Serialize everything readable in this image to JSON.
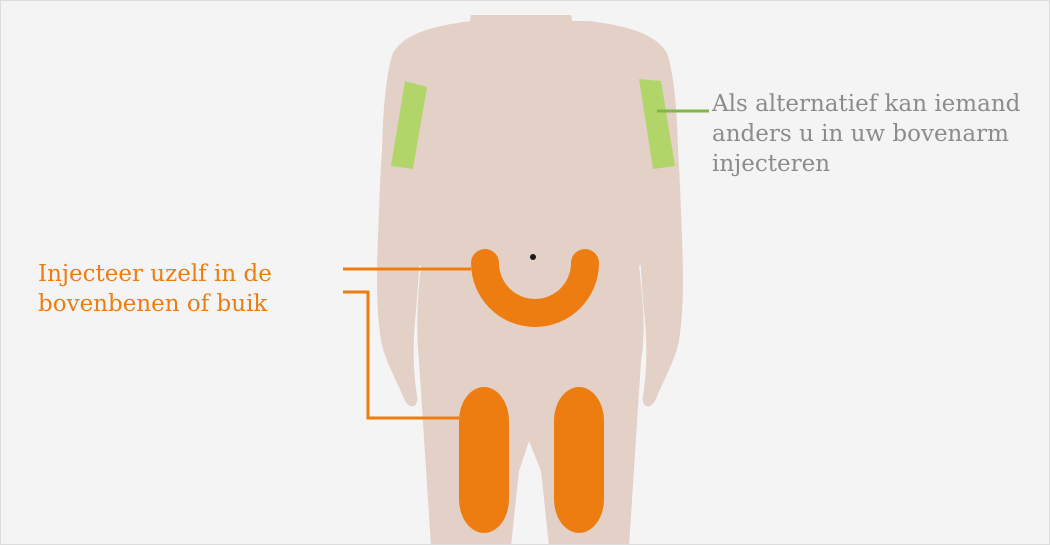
{
  "labels": {
    "self_injection": {
      "line1": "Injecteer uzelf in de",
      "line2": "bovenbenen of buik"
    },
    "upper_arm": {
      "line1": "Als alternatief kan iemand",
      "line2": "anders u in uw bovenarm",
      "line3": "injecteren"
    }
  },
  "colors": {
    "background": "#f4f4f4",
    "body": "#e3d1c7",
    "self_zone": "#ee7d11",
    "other_zone": "#b2d56a",
    "other_text": "#8c8c8c",
    "navel": "#1a1a1a"
  }
}
